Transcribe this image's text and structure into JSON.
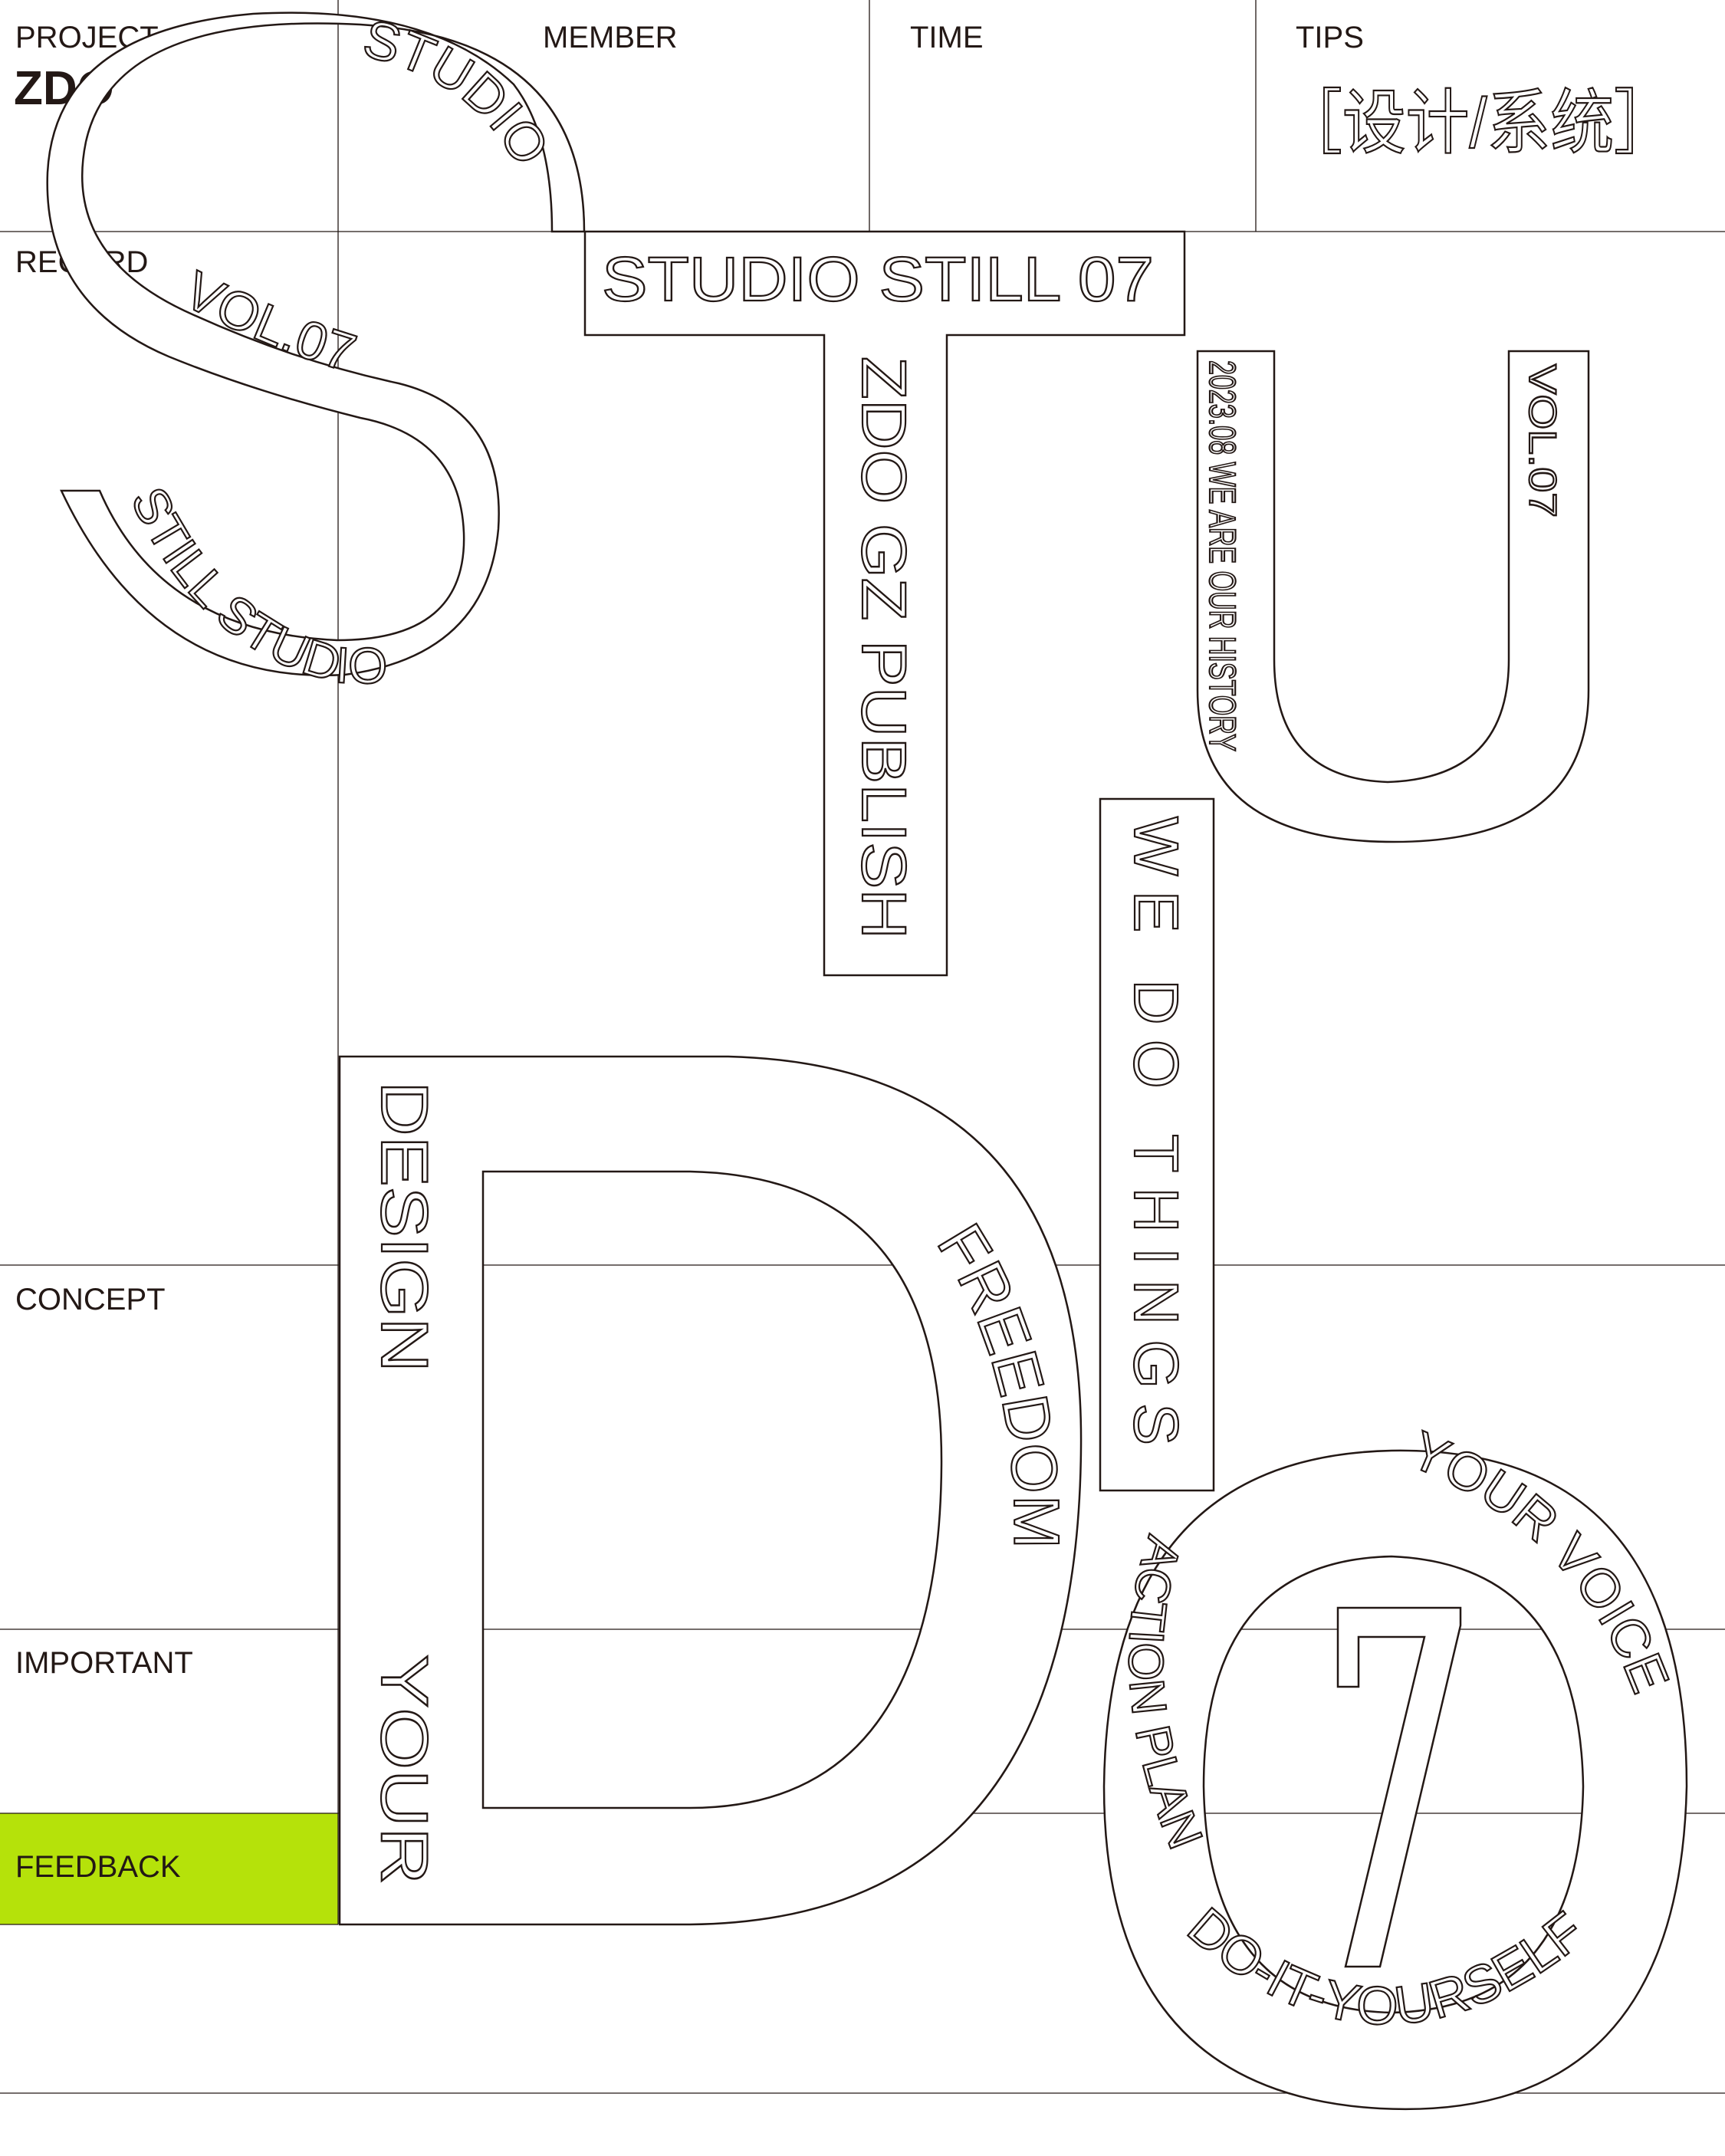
{
  "header": {
    "project_label": "PROJECT",
    "project_value": "ZDO",
    "member_label": "MEMBER",
    "time_label": "TIME",
    "tips_label": "TIPS",
    "tips_value": "［设计/系统］"
  },
  "rows": {
    "record": "RECORD",
    "concept": "CONCEPT",
    "important": "IMPORTANT",
    "feedback": "FEEDBACK"
  },
  "letters": {
    "s_top": "STUDIO",
    "s_mid": "VOL.07",
    "s_bottom": "STILL STUDIO",
    "t_bar": "STUDIO STILL 07",
    "t_stem": "ZDO GZ PUBLISH",
    "u_left": "2023.08 WE ARE OUR HISTORY",
    "u_right": "VOL.07",
    "we_do": "WE DO THINGS",
    "d_left_top": "DESIGN",
    "d_left_bottom": "YOUR",
    "d_right": "FREEDOM",
    "o_inner": "ACTION PLAN",
    "o_top": "YOUR VOICE",
    "o_bottom": "DO-IT-YOURSELF",
    "seven": "7"
  },
  "colors": {
    "feedback_highlight": "#b5e20a",
    "ink": "#231815"
  }
}
